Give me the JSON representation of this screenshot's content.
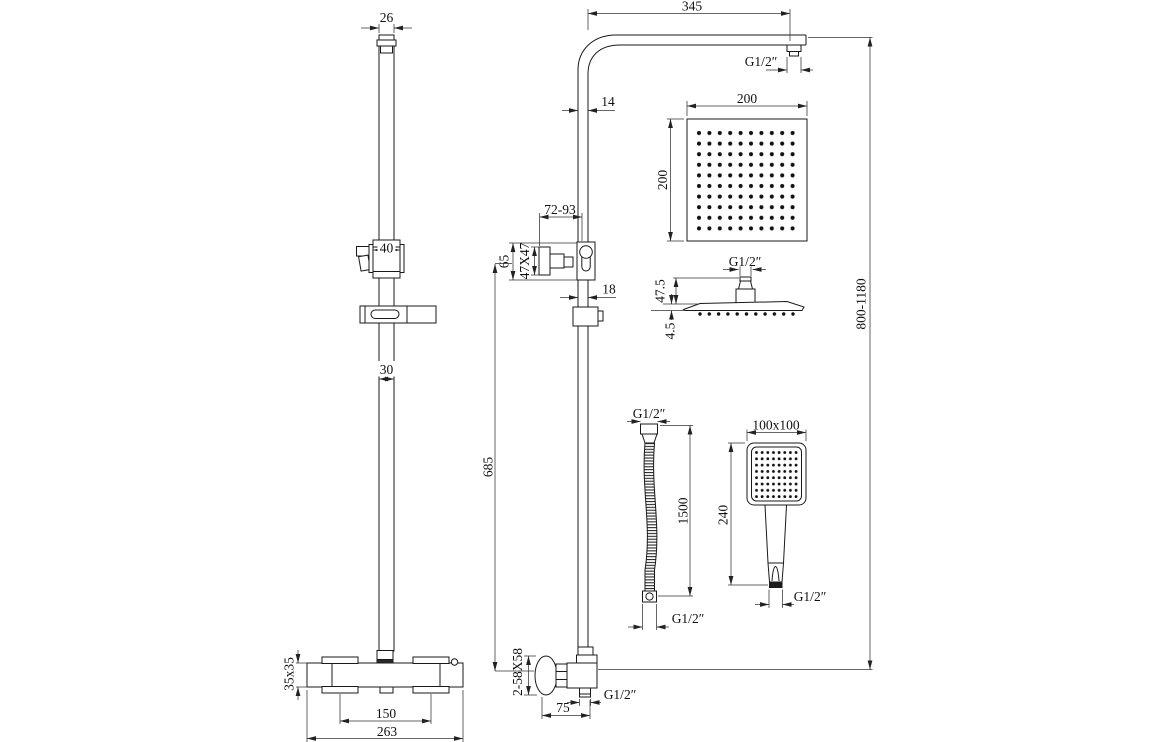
{
  "dimensions": {
    "rail_front": {
      "rod_top": "26",
      "slider": "40",
      "rod": "30",
      "valve_section": "35x35",
      "handle_centers": "150",
      "overall_width": "263"
    },
    "column_side": {
      "arm_length": "345",
      "arm_outlet": "G1/2″",
      "upper_pipe": "14",
      "bracket_range": "72-93",
      "bracket_height": "65",
      "wall_plate": "47X47",
      "lower_pipe": "18",
      "riser_length": "685",
      "overall_height": "800-1180"
    },
    "valve_side": {
      "flanges": "2-58X58",
      "projection": "75",
      "outlet": "G1/2″"
    },
    "head_top": {
      "width": "200",
      "depth": "200"
    },
    "head_side": {
      "inlet": "G1/2″",
      "height": "47.5",
      "edge": "4.5"
    },
    "hose": {
      "top": "G1/2″",
      "length": "1500",
      "bottom": "G1/2″"
    },
    "handset": {
      "face": "100x100",
      "length": "240",
      "outlet": "G1/2″"
    }
  }
}
